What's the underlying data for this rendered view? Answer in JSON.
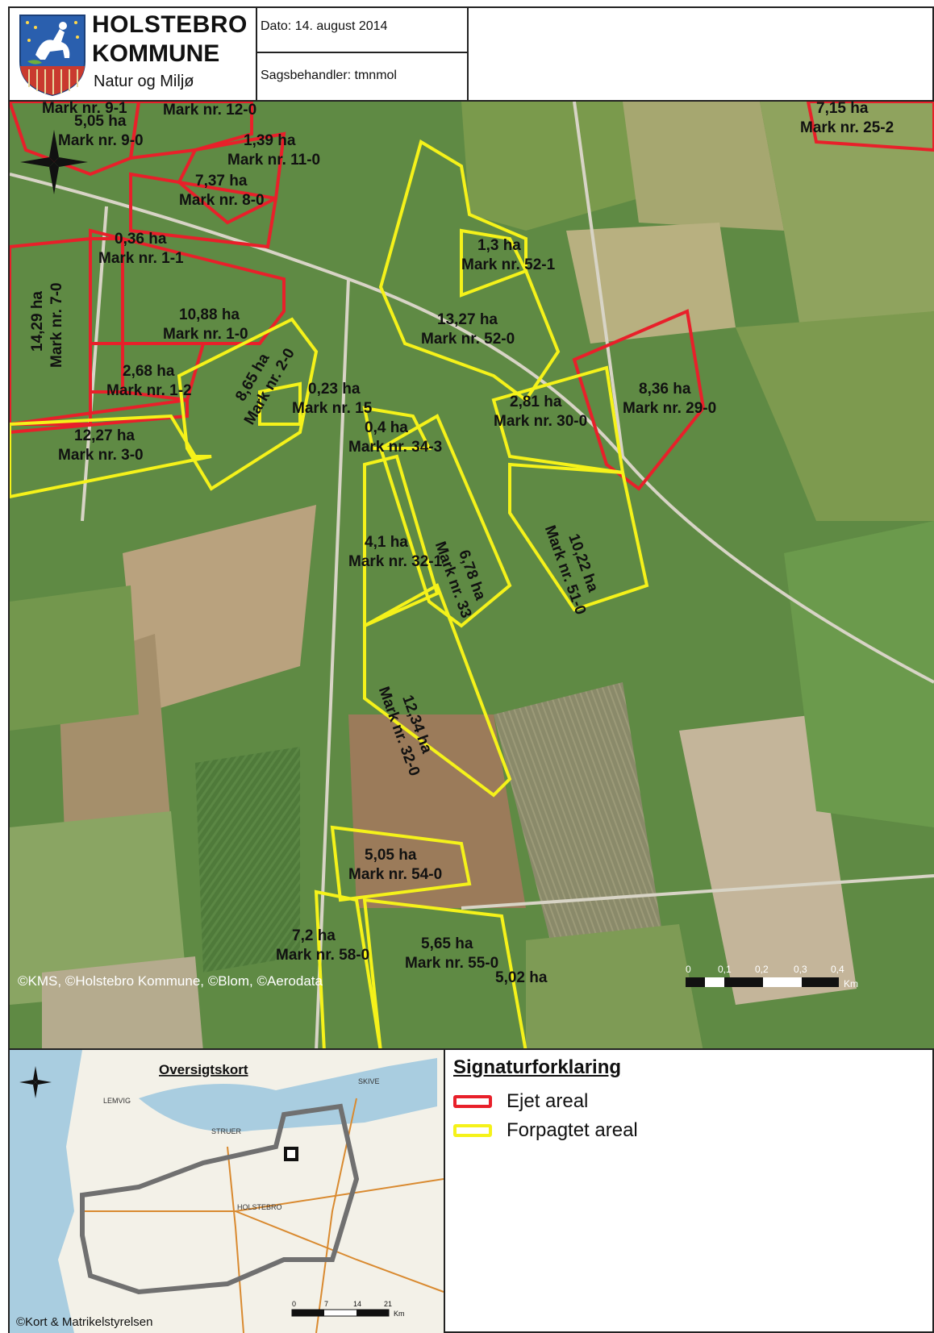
{
  "header": {
    "org_line1": "HOLSTEBRO",
    "org_line2": "KOMMUNE",
    "org_line3": "Natur og Miljø",
    "date_label": "Dato: 14. august 2014",
    "handler_label": "Sagsbehandler: tmnmol"
  },
  "map": {
    "copyright": "©KMS, ©Holstebro Kommune, ©Blom, ©Aerodata",
    "scale_ticks": [
      "0",
      "0,1",
      "0,2",
      "0,3",
      "0,4"
    ],
    "scale_unit": "Km",
    "parcels": [
      {
        "area": "",
        "mark": "Mark nr.  9-1"
      },
      {
        "area": "5,05 ha",
        "mark": "Mark nr.  9-0"
      },
      {
        "area": "",
        "mark": "Mark nr.  12-0"
      },
      {
        "area": "1,39 ha",
        "mark": "Mark nr.  11-0"
      },
      {
        "area": "7,37 ha",
        "mark": "Mark nr.  8-0"
      },
      {
        "area": "0,36 ha",
        "mark": "Mark nr.  1-1"
      },
      {
        "area": "14,29 ha",
        "mark": "Mark nr.  7-0"
      },
      {
        "area": "10,88 ha",
        "mark": "Mark nr.  1-0"
      },
      {
        "area": "2,68 ha",
        "mark": "Mark nr.  1-2"
      },
      {
        "area": "12,27 ha",
        "mark": "Mark nr.  3-0"
      },
      {
        "area": "8,65 ha",
        "mark": "Mark nr.  2-0"
      },
      {
        "area": "0,23 ha",
        "mark": "Mark nr.  15"
      },
      {
        "area": "0,4 ha",
        "mark": "Mark nr.  34-3"
      },
      {
        "area": "1,3 ha",
        "mark": "Mark nr.  52-1"
      },
      {
        "area": "13,27 ha",
        "mark": "Mark nr.  52-0"
      },
      {
        "area": "2,81 ha",
        "mark": "Mark nr.  30-0"
      },
      {
        "area": "8,36 ha",
        "mark": "Mark nr.  29-0"
      },
      {
        "area": "7,15 ha",
        "mark": "Mark nr.  25-2"
      },
      {
        "area": "10,22 ha",
        "mark": "Mark nr.  51-0"
      },
      {
        "area": "6,78 ha",
        "mark": "Mark nr.  33"
      },
      {
        "area": "4,1 ha",
        "mark": "Mark nr.  32-1"
      },
      {
        "area": "12,34 ha",
        "mark": "Mark nr.  32-0"
      },
      {
        "area": "5,05 ha",
        "mark": "Mark nr.  54-0"
      },
      {
        "area": "7,2 ha",
        "mark": "Mark nr.  58-0"
      },
      {
        "area": "5,65 ha",
        "mark": "Mark nr.  55-0"
      },
      {
        "area": "5,02 ha",
        "mark": ""
      }
    ]
  },
  "overview": {
    "title": "Oversigtskort",
    "copyright": "©Kort & Matrikelstyrelsen",
    "scale_ticks": [
      "0",
      "7",
      "14",
      "21"
    ],
    "scale_unit": "Km",
    "towns": [
      "LEMVIG",
      "STRUER",
      "SKIVE",
      "HOLSTEBRO"
    ]
  },
  "legend": {
    "title": "Signaturforklaring",
    "items": [
      {
        "label": "Ejet areal",
        "color": "#e8202a"
      },
      {
        "label": "Forpagtet areal",
        "color": "#f5f21a"
      }
    ]
  },
  "colors": {
    "owned": "#e8202a",
    "leased": "#f5f21a"
  }
}
